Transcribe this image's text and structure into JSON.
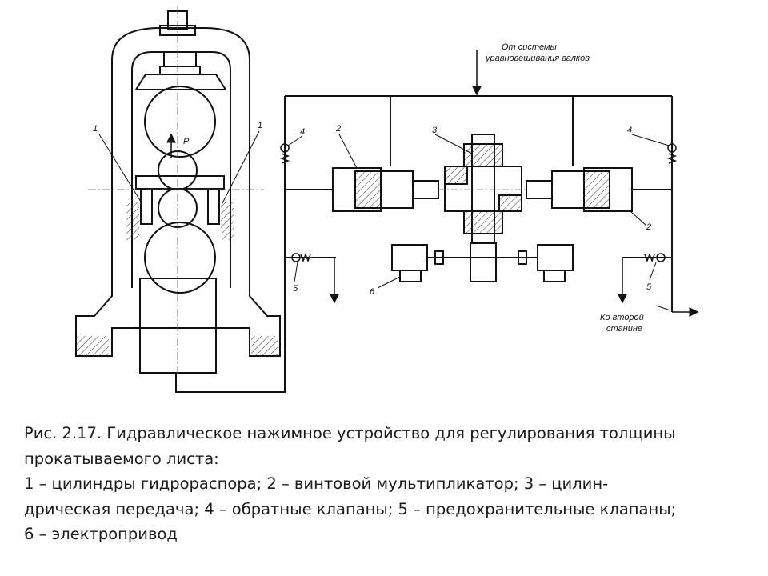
{
  "diagram": {
    "source_label_line1": "От системы",
    "source_label_line2": "уравновешивания валков",
    "exit_label_line1": "Ко второй",
    "exit_label_line2": "станине",
    "force_label": "P",
    "callouts": {
      "c1_left": "1",
      "c1_right": "1",
      "c2_top": "2",
      "c2_bottom": "2",
      "c3": "3",
      "c4_left": "4",
      "c4_right": "4",
      "c5_left": "5",
      "c5_right": "5",
      "c6": "6"
    }
  },
  "caption": {
    "line1": "Рис. 2.17. Гидравлическое нажимное устройство для регулирования   толщины",
    "line2": "прокатываемого листа:",
    "line3": "1 – цилиндры гидрораспора; 2 – винтовой мультипликатор; 3 –  цилин-",
    "line4": "дрическая передача; 4 – обратные клапаны; 5 – предохранительные клапаны;",
    "line5": "6 – электропривод"
  }
}
